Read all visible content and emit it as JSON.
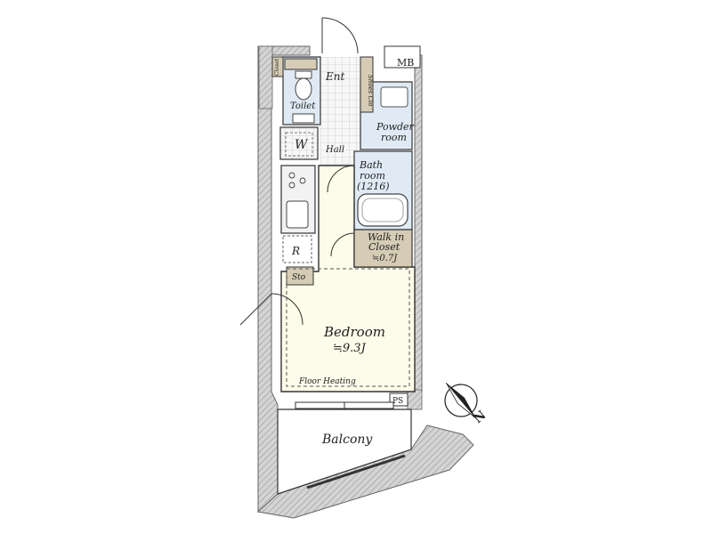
{
  "rooms": {
    "entrance": "Ent",
    "toilet": "Toilet",
    "closet_small": "Closet",
    "shoes_closet": "Shoes Clo",
    "mb": "MB",
    "powder_line1": "Powder",
    "powder_line2": "room",
    "washer": "W",
    "hall": "Hall",
    "bath_line1": "Bath",
    "bath_line2": "room",
    "bath_line3": "(1216)",
    "walkin_line1": "Walk in",
    "walkin_line2": "Closet",
    "walkin_size": "≒0.7J",
    "fridge": "R",
    "storage": "Sto",
    "bedroom": "Bedroom",
    "bedroom_size": "≒9.3J",
    "floor_heating": "Floor Heating",
    "ps": "PS",
    "balcony": "Balcony"
  },
  "compass": {
    "north_label": "N"
  },
  "colors": {
    "wall_fill": "#d0d0d0",
    "wet_area": "#dfeaf5",
    "storage_tan": "#d6ccb5",
    "tile_grid": "#c9c9c9",
    "floor": "#fdfbe9",
    "line": "#333333"
  }
}
